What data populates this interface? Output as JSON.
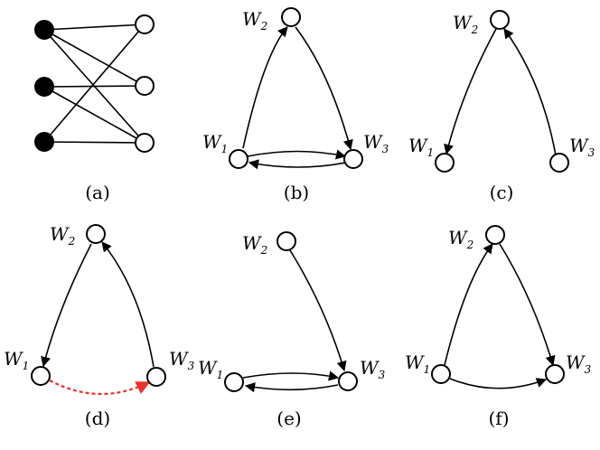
{
  "panels": [
    {
      "id": "a",
      "caption": "(a)"
    },
    {
      "id": "b",
      "caption": "(b)",
      "labels": {
        "w1": "W",
        "w2": "W",
        "w3": "W"
      }
    },
    {
      "id": "c",
      "caption": "(c)",
      "labels": {
        "w1": "W",
        "w2": "W",
        "w3": "W"
      }
    },
    {
      "id": "d",
      "caption": "(d)",
      "labels": {
        "w1": "W",
        "w2": "W",
        "w3": "W"
      }
    },
    {
      "id": "e",
      "caption": "(e)",
      "labels": {
        "w1": "W",
        "w2": "W",
        "w3": "W"
      }
    },
    {
      "id": "f",
      "caption": "(f)",
      "labels": {
        "w1": "W",
        "w2": "W",
        "w3": "W"
      }
    }
  ],
  "subscripts": {
    "one": "1",
    "two": "2",
    "three": "3"
  },
  "colors": {
    "dashed_edge": "#e8322a",
    "node_fill": "#ffffff",
    "filled_node": "#000000"
  }
}
